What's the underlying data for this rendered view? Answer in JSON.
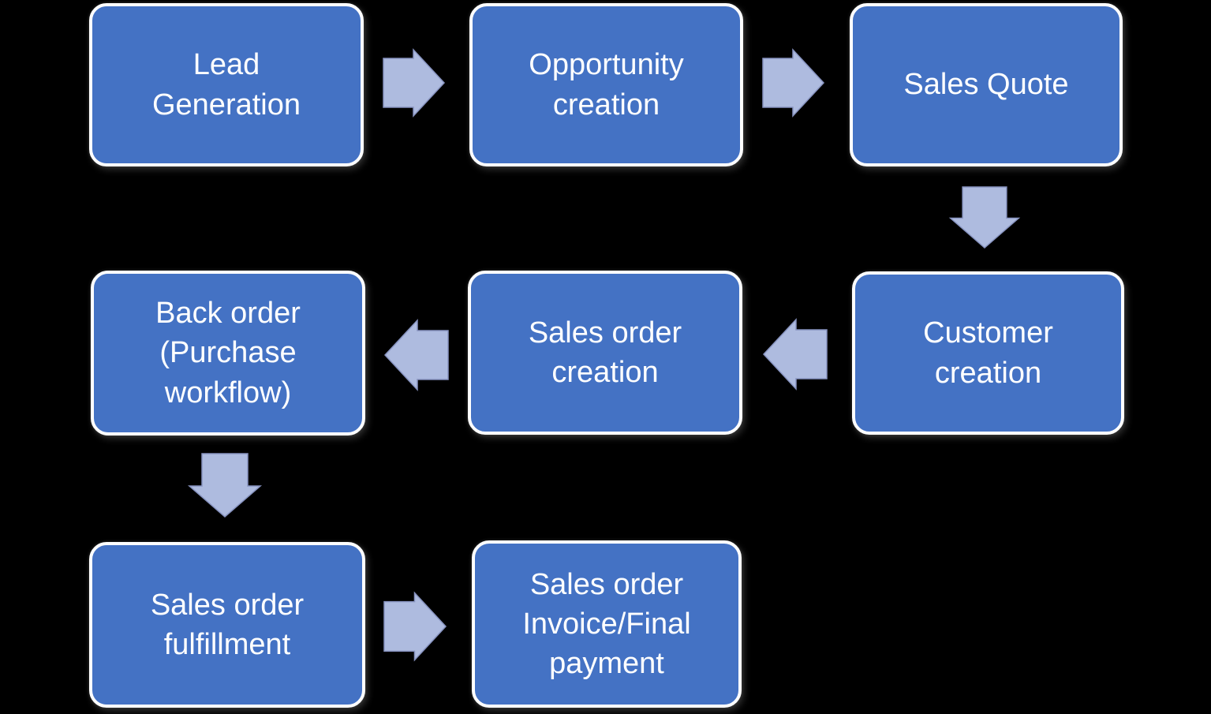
{
  "colors": {
    "background": "#000000",
    "node_fill": "#4472C4",
    "node_border": "#FFFFFF",
    "node_text": "#FFFFFF",
    "arrow_fill": "#AEBBDF",
    "arrow_outline": "#8793C0"
  },
  "nodes": [
    {
      "id": "lead-generation",
      "label": "Lead\nGeneration"
    },
    {
      "id": "opportunity-creation",
      "label": "Opportunity\ncreation"
    },
    {
      "id": "sales-quote",
      "label": "Sales Quote"
    },
    {
      "id": "customer-creation",
      "label": "Customer\ncreation"
    },
    {
      "id": "sales-order-creation",
      "label": "Sales order\ncreation"
    },
    {
      "id": "back-order",
      "label": "Back order\n(Purchase\nworkflow)"
    },
    {
      "id": "sales-order-fulfillment",
      "label": "Sales order\nfulfillment"
    },
    {
      "id": "sales-order-invoice",
      "label": "Sales order\nInvoice/Final\npayment"
    }
  ],
  "connections": [
    {
      "from": "Lead Generation",
      "to": "Opportunity creation",
      "direction": "right"
    },
    {
      "from": "Opportunity creation",
      "to": "Sales Quote",
      "direction": "right"
    },
    {
      "from": "Sales Quote",
      "to": "Customer creation",
      "direction": "down"
    },
    {
      "from": "Customer creation",
      "to": "Sales order creation",
      "direction": "left"
    },
    {
      "from": "Sales order creation",
      "to": "Back order (Purchase workflow)",
      "direction": "left"
    },
    {
      "from": "Back order (Purchase workflow)",
      "to": "Sales order fulfillment",
      "direction": "down"
    },
    {
      "from": "Sales order fulfillment",
      "to": "Sales order Invoice/Final payment",
      "direction": "right"
    }
  ]
}
